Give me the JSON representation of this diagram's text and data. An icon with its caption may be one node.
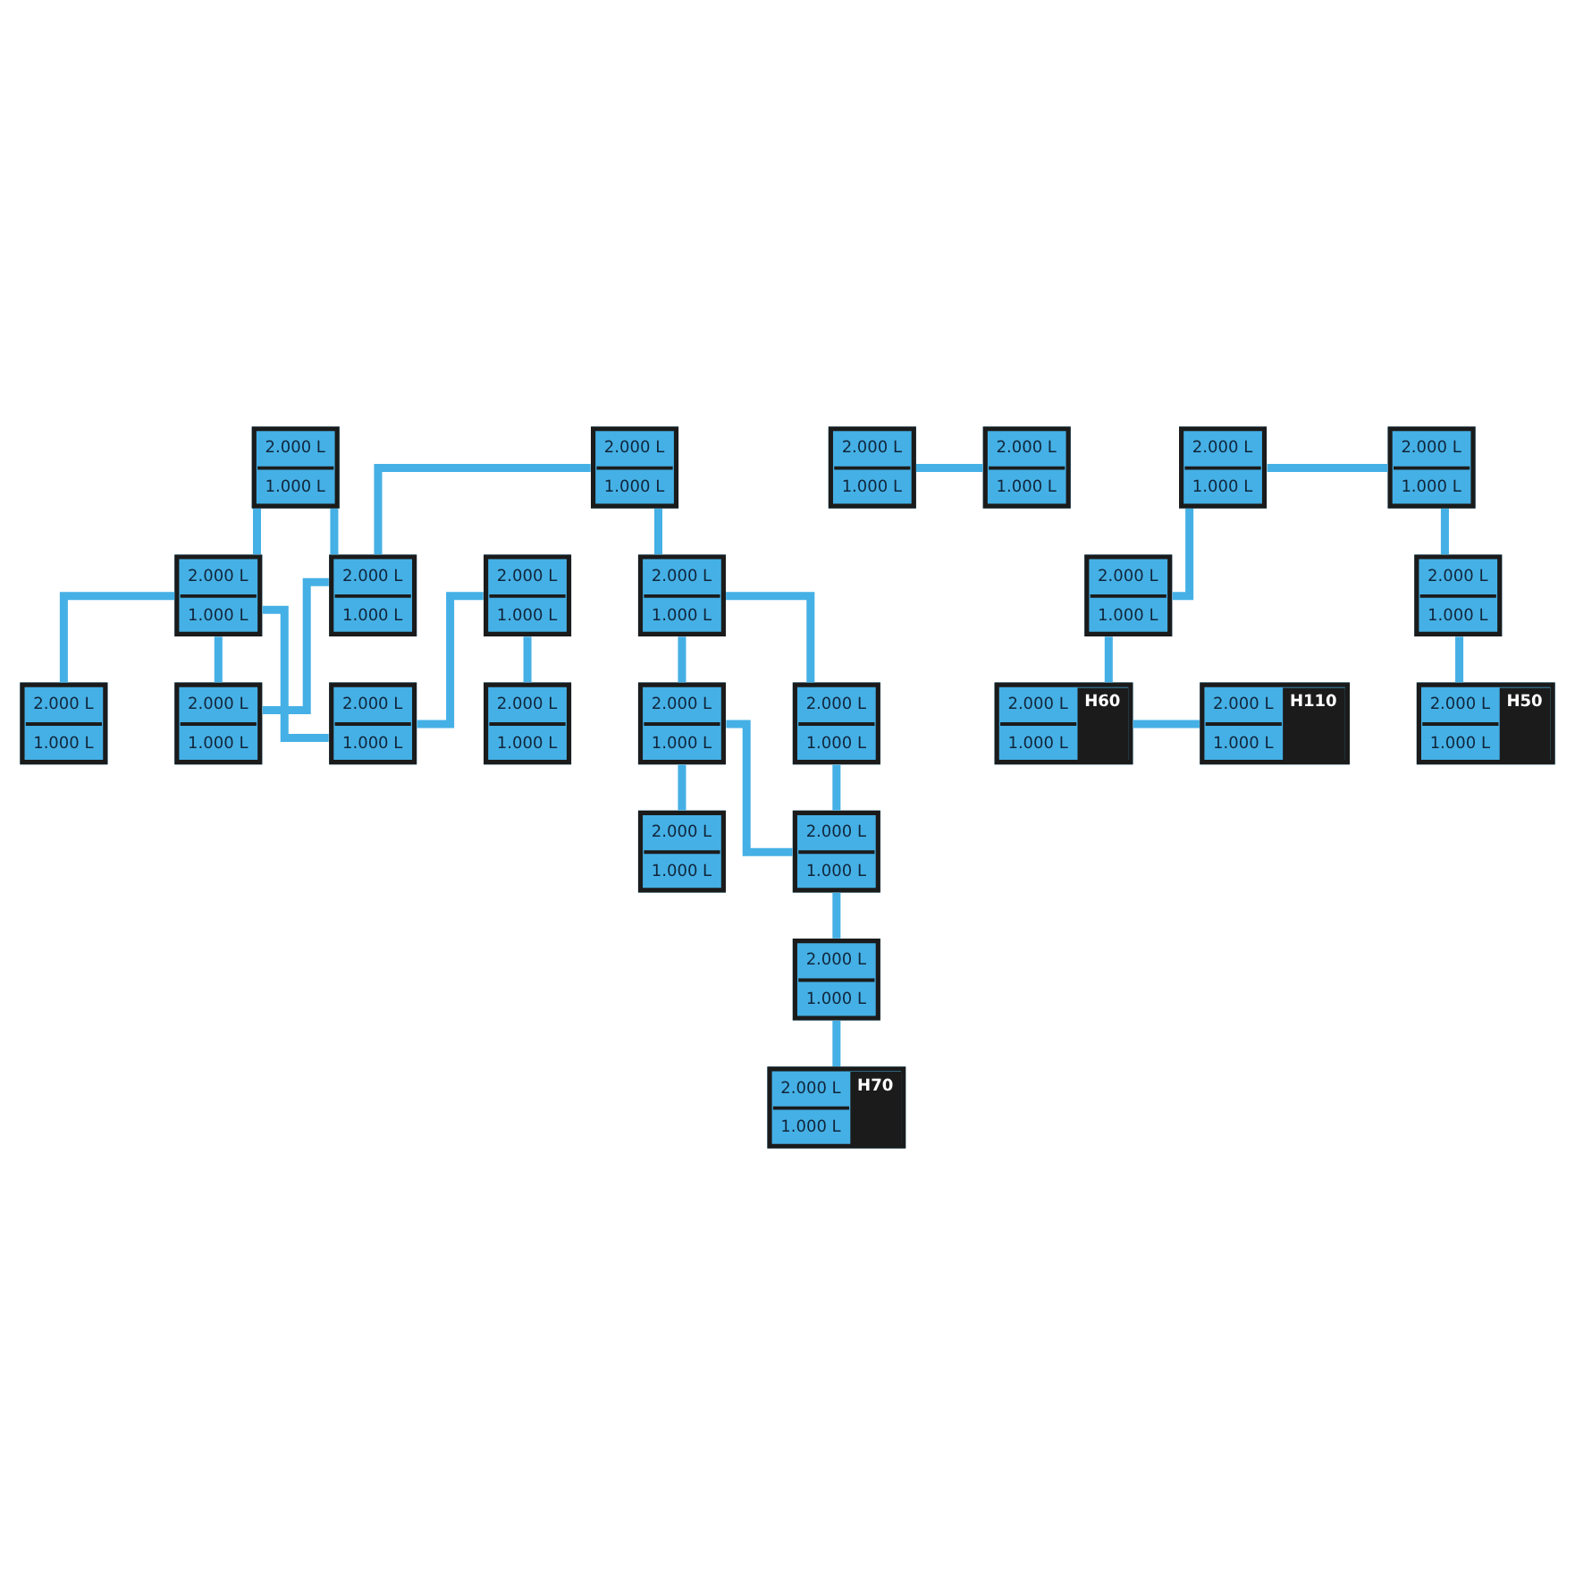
{
  "diagram": {
    "nodes": [
      {
        "text": [
          "2.000 L",
          "1.000 L"
        ]
      },
      {
        "text": [
          "2.000 L",
          "1.000 L"
        ]
      },
      {
        "text": [
          "2.000 L",
          "1.000 L"
        ]
      },
      {
        "text": [
          "2.000 L",
          "1.000 L"
        ]
      },
      {
        "text": [
          "2.000 L",
          "1.000 L"
        ]
      },
      {
        "text": [
          "2.000 L",
          "1.000 L"
        ]
      },
      {
        "text": [
          "2.000 L",
          "1.000 L"
        ]
      },
      {
        "text": [
          "2.000 L",
          "1.000 L"
        ]
      },
      {
        "text": [
          "2.000 L",
          "1.000 L"
        ]
      },
      {
        "text": [
          "2.000 L",
          "1.000 L"
        ]
      },
      {
        "text": [
          "2.000 L",
          "1.000 L"
        ]
      },
      {
        "text": [
          "2.000 L",
          "1.000 L"
        ]
      },
      {
        "text": [
          "2.000 L",
          "1.000 L"
        ]
      },
      {
        "text": [
          "2.000 L",
          "1.000 L"
        ]
      },
      {
        "text": [
          "2.000 L",
          "1.000 L"
        ]
      },
      {
        "text": [
          "2.000 L",
          "1.000 L"
        ]
      },
      {
        "text": [
          "2.000 L",
          "1.000 L"
        ]
      },
      {
        "text": [
          "2.000 L",
          "1.000 L"
        ]
      },
      {
        "text": [
          "2.000 L",
          "1.000 L"
        ]
      },
      {
        "text": [
          "2.000 L",
          "1.000 L"
        ]
      },
      {
        "text": [
          "2.000 L",
          "1.000 L",
          "H70"
        ]
      },
      {
        "text": [
          "2.000 L",
          "1.000 L"
        ]
      },
      {
        "text": [
          "2.000 L",
          "1.000 L",
          "H50"
        ]
      },
      {
        "text": [
          "2.000 L",
          "1.000 L",
          "H60"
        ]
      },
      {
        "text": [
          "2.000 L",
          "1.000 L",
          "H110"
        ]
      }
    ],
    "edges": [
      {
        "from": 0,
        "to": 2,
        "arrow": "none"
      },
      {
        "from": 0,
        "to": 4,
        "arrow": "none"
      },
      {
        "from": 1,
        "to": 3,
        "arrow": "none"
      },
      {
        "from": 1,
        "to": 2,
        "arrow": "none"
      },
      {
        "from": 2,
        "to": 5,
        "arrow": "none"
      },
      {
        "from": 4,
        "to": 5,
        "arrow": "none"
      },
      {
        "from": 4,
        "to": 14,
        "arrow": "none"
      },
      {
        "from": 4,
        "to": 19,
        "arrow": "none"
      },
      {
        "from": 3,
        "to": 8,
        "arrow": "none"
      },
      {
        "from": 3,
        "to": 6,
        "arrow": "none"
      },
      {
        "from": 6,
        "to": 7,
        "arrow": "none"
      },
      {
        "from": 6,
        "to": 11,
        "arrow": "none"
      },
      {
        "from": 8,
        "to": 11,
        "arrow": "none"
      },
      {
        "from": 11,
        "to": 15,
        "arrow": "none"
      },
      {
        "from": 13,
        "to": 12,
        "arrow": "none"
      },
      {
        "from": 13,
        "to": 16,
        "arrow": "none"
      },
      {
        "from": 12,
        "to": 18,
        "arrow": "none"
      },
      {
        "from": 18,
        "to": 22,
        "arrow": "none"
      },
      {
        "from": 15,
        "to": 20,
        "arrow": "none"
      },
      {
        "from": 16,
        "to": 23,
        "arrow": "none"
      },
      {
        "from": 23,
        "to": 24,
        "arrow": "none"
      },
      {
        "from": 9,
        "to": 10,
        "arrow": "none"
      },
      {
        "from": 17,
        "to": 19,
        "arrow": "none"
      },
      {
        "from": 17,
        "to": 21,
        "arrow": "none"
      }
    ]
  }
}
